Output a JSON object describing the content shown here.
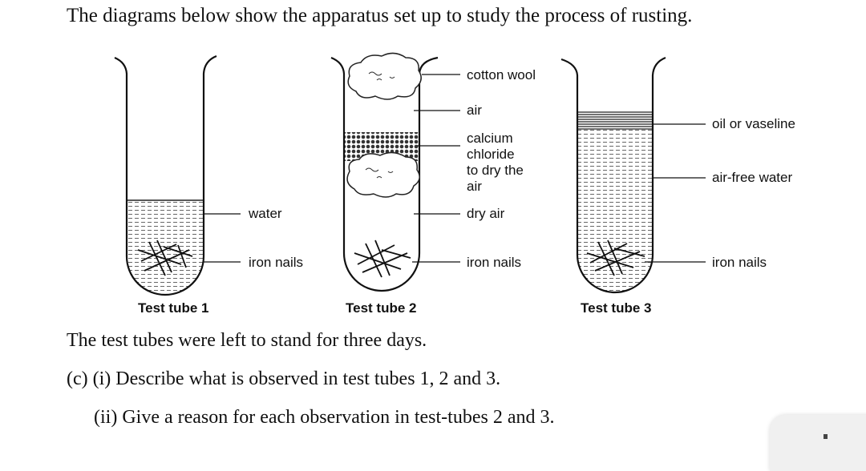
{
  "question": {
    "intro": "The diagrams below show the apparatus set up to study the process of rusting.",
    "note": "The test tubes were left to stand for three days.",
    "part_c_i": "(c) (i) Describe what is observed in test tubes 1, 2 and 3.",
    "part_c_ii": "(ii) Give a reason for each observation in test-tubes 2 and 3."
  },
  "tube1": {
    "caption": "Test tube 1",
    "labels": {
      "water": "water",
      "nails": "iron nails"
    }
  },
  "tube2": {
    "caption": "Test tube 2",
    "labels": {
      "cotton": "cotton wool",
      "air": "air",
      "calcium_line1": "calcium",
      "calcium_line2": "chloride",
      "calcium_line3": "to dry the",
      "calcium_line4": "air",
      "dry_air": "dry air",
      "nails": "iron nails"
    }
  },
  "tube3": {
    "caption": "Test tube 3",
    "labels": {
      "oil": "oil or vaseline",
      "water": "air-free water",
      "nails": "iron nails"
    }
  }
}
